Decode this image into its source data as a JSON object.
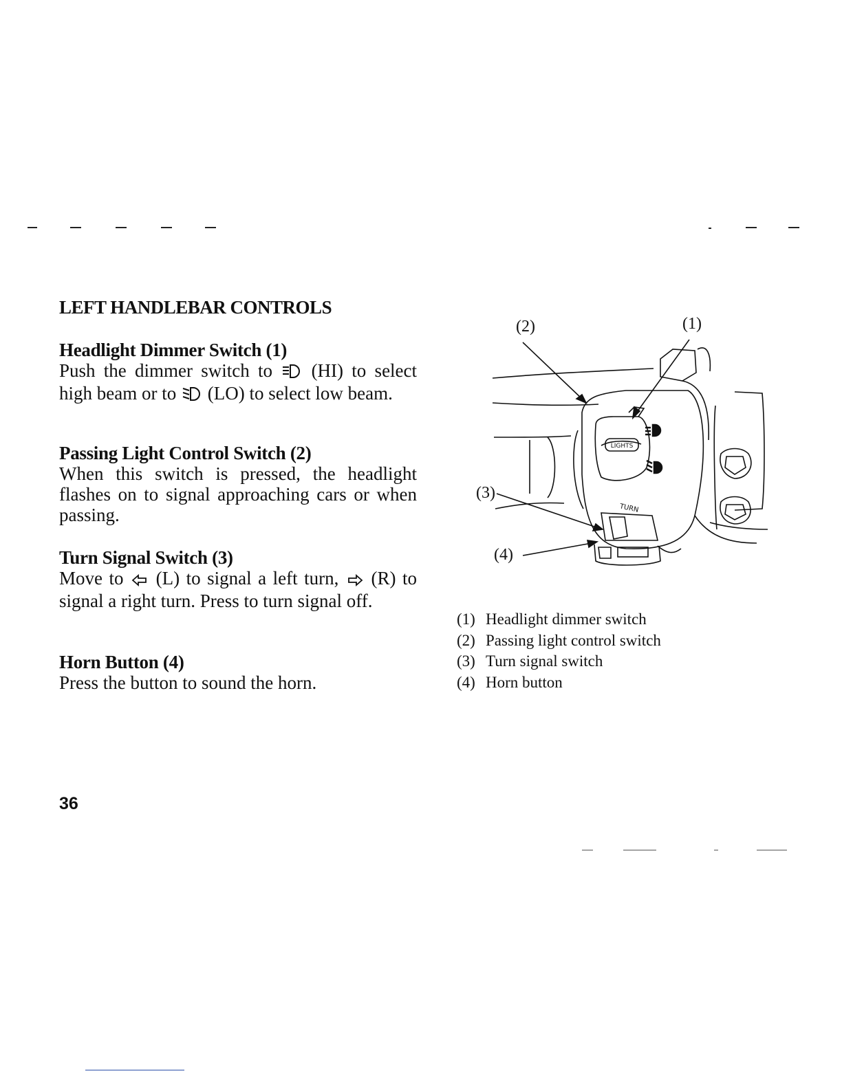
{
  "section_title": "LEFT HANDLEBAR CONTROLS",
  "sections": [
    {
      "heading": "Headlight Dimmer Switch (1)",
      "parts": [
        "Push the dimmer switch to",
        "(HI) to select high beam or to",
        "(LO) to select low beam."
      ],
      "icons": [
        "high-beam-icon",
        "low-beam-icon"
      ]
    },
    {
      "heading": "Passing Light Control Switch (2)",
      "body": "When this switch is pressed, the headlight flashes on to signal approaching cars or when passing."
    },
    {
      "heading": "Turn Signal Switch (3)",
      "parts": [
        "Move to",
        "(L) to signal a left turn,",
        "(R) to signal a right turn. Press to turn signal off."
      ],
      "icons": [
        "left-arrow-icon",
        "right-arrow-icon"
      ]
    },
    {
      "heading": "Horn Button (4)",
      "body": "Press the button to sound the horn."
    }
  ],
  "figure": {
    "callouts": [
      "(1)",
      "(2)",
      "(3)",
      "(4)"
    ],
    "switch_label": "LIGHTS",
    "turn_label": "TURN"
  },
  "legend": [
    {
      "num": "(1)",
      "text": "Headlight dimmer switch"
    },
    {
      "num": "(2)",
      "text": "Passing light control switch"
    },
    {
      "num": "(3)",
      "text": "Turn signal switch"
    },
    {
      "num": "(4)",
      "text": "Horn button"
    }
  ],
  "page_number": "36"
}
